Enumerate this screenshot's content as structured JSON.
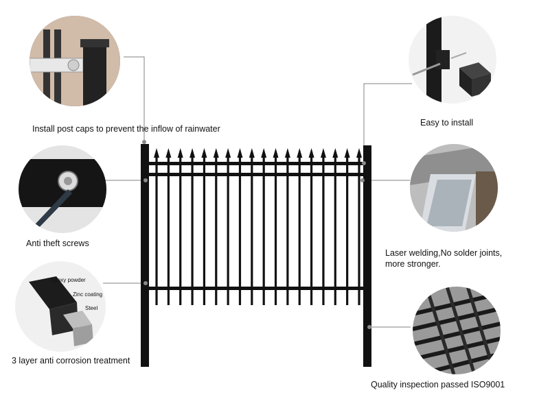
{
  "callouts": {
    "post_caps": "Install post caps to prevent the inflow of rainwater",
    "anti_theft": "Anti theft screws",
    "anti_corrosion": "3 layer  anti corrosion  treatment",
    "easy_install": "Easy to install",
    "laser_welding_line1": "Laser welding,No solder joints,",
    "laser_welding_line2": "more stronger.",
    "quality": "Quality inspection passed ISO9001"
  },
  "layers": {
    "epoxy": "Epoxy powder",
    "zinc": "Zinc coating",
    "steel": "Steel"
  },
  "colors": {
    "fence": "#111111",
    "line": "#777777",
    "dot": "#888888"
  }
}
